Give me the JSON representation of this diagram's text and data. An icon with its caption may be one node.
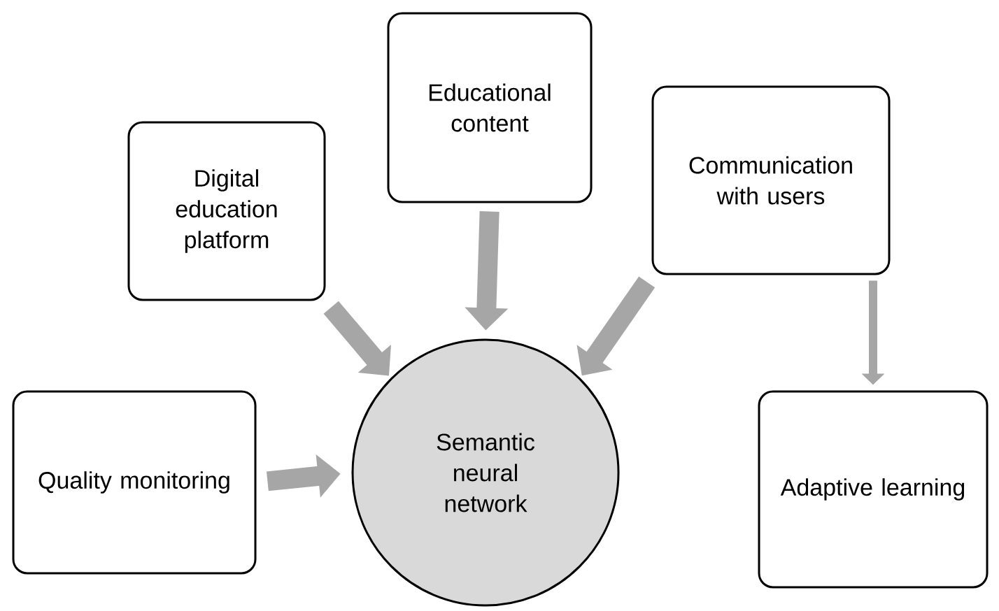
{
  "diagram": {
    "nodes": [
      {
        "text": [
          "Digital education platform"
        ]
      },
      {
        "text": [
          "Educational content"
        ]
      },
      {
        "text": [
          "Communication with users"
        ]
      },
      {
        "text": [
          "Quality monitoring"
        ]
      },
      {
        "text": [
          "Semantic neural network"
        ]
      },
      {
        "text": [
          "Adaptive learning"
        ]
      }
    ],
    "edges": [
      {
        "from": 0,
        "to": 4,
        "arrow": "to"
      },
      {
        "from": 1,
        "to": 4,
        "arrow": "to"
      },
      {
        "from": 2,
        "to": 4,
        "arrow": "to"
      },
      {
        "from": 3,
        "to": 4,
        "arrow": "to"
      },
      {
        "from": 2,
        "to": 5,
        "arrow": "to"
      }
    ]
  }
}
